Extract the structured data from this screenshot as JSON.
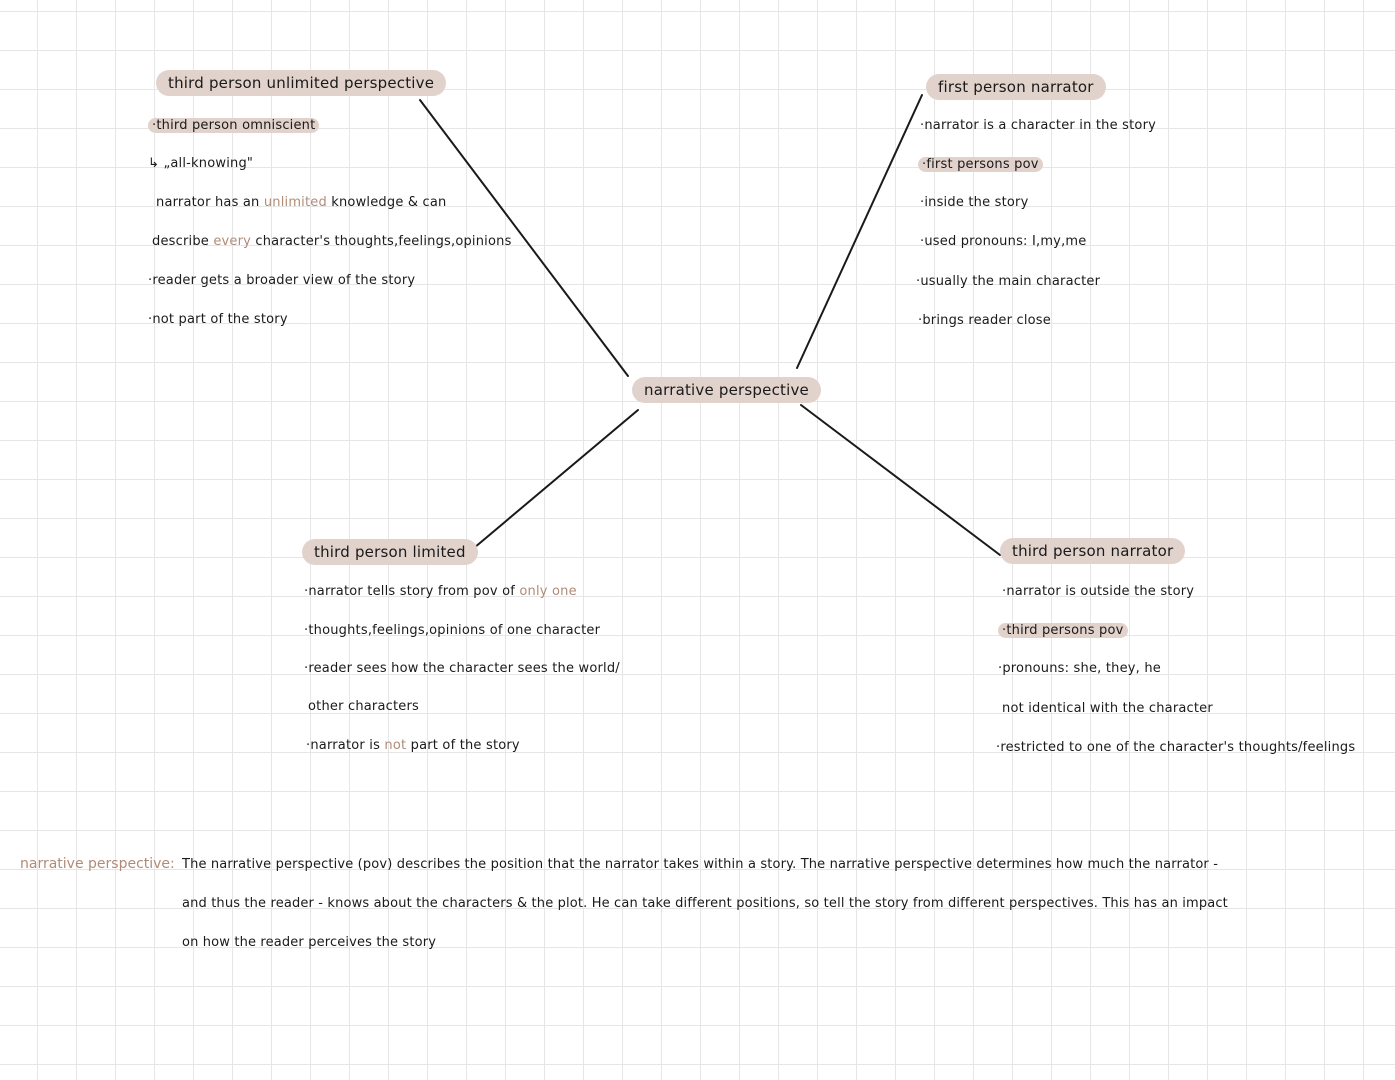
{
  "colors": {
    "highlight": "#e2d2cc",
    "accent": "#b08c78",
    "ink": "#1a1a1a",
    "connector": "#1a1a1a"
  },
  "center": {
    "title": "narrative perspective"
  },
  "third_person_unlimited": {
    "title": "third person unlimited perspective",
    "bullet_omniscient": "·third person omniscient",
    "arrow_glyph": "↳",
    "all_knowing": "„all-knowing\"",
    "knowledge_pre": "narrator has an ",
    "knowledge_accent": "unlimited",
    "knowledge_post": " knowledge & can",
    "describe_pre": "describe ",
    "describe_accent": "every",
    "describe_post": " character's thoughts,feelings,opinions",
    "broader_view": "·reader gets a broader view of the story",
    "not_part": "·not part of the story"
  },
  "first_person": {
    "title": "first person narrator",
    "line1": "·narrator is a character in the story",
    "line2": "·first persons pov",
    "line3": "·inside the story",
    "line4": "·used pronouns: I,my,me",
    "line5": "·usually the main character",
    "line6": "·brings reader close"
  },
  "third_person_limited": {
    "title": "third person limited",
    "line1_pre": "·narrator tells story from pov of ",
    "line1_accent": "only one",
    "line2": "·thoughts,feelings,opinions of one character",
    "line3": "·reader sees how the character sees the world/",
    "line4": "other characters",
    "line5_pre": "·narrator is ",
    "line5_accent": "not",
    "line5_post": " part of the story"
  },
  "third_person_narrator": {
    "title": "third person narrator",
    "line1": "·narrator is outside the story",
    "line2": "·third persons pov",
    "line3": "·pronouns: she, they, he",
    "line4": "not identical with the character",
    "line5": "·restricted to one of the character's thoughts/feelings"
  },
  "definition": {
    "term": "narrative perspective:",
    "line1": "The narrative perspective (pov) describes the position that the narrator takes within a story. The narrative perspective determines how much the narrator -",
    "line2": "and thus the reader - knows about the characters & the plot. He can take different positions, so tell the story from different perspectives. This has an impact",
    "line3": "on how the reader perceives the story"
  }
}
